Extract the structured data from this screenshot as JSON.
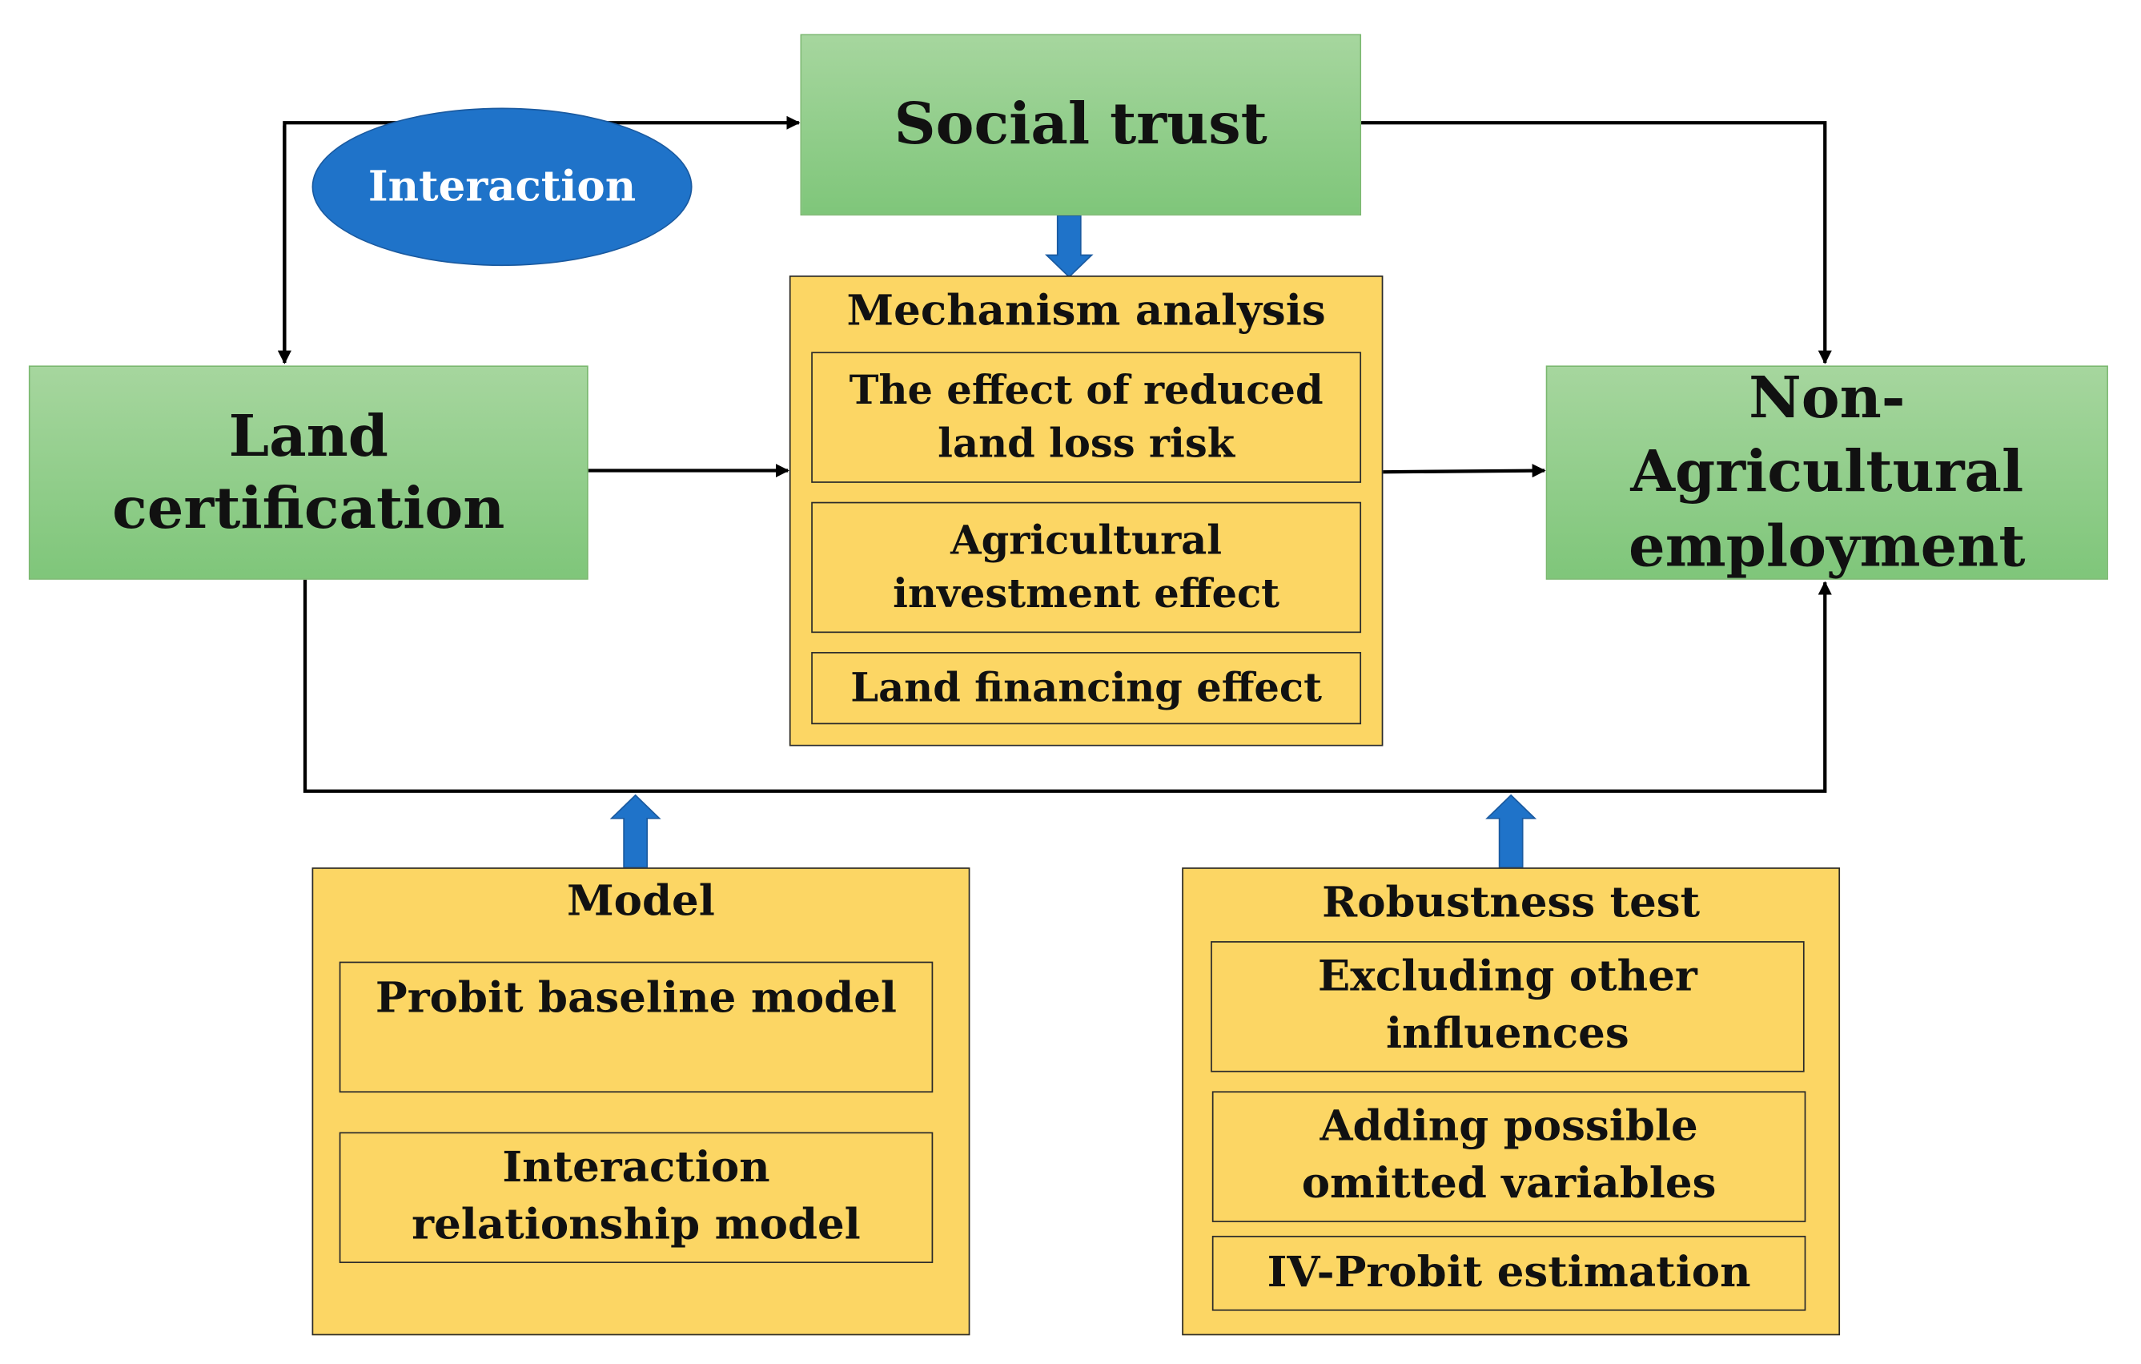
{
  "nodes": {
    "social_trust": "Social trust",
    "interaction": "Interaction",
    "land_certification": "Land certification",
    "non_agricultural": "Non-Agricultural employment",
    "mechanism": {
      "title": "Mechanism analysis",
      "items": [
        "The effect of reduced land loss risk",
        "Agricultural investment effect",
        "Land financing effect"
      ]
    },
    "model": {
      "title": "Model",
      "items": [
        "Probit baseline model",
        "Interaction relationship model"
      ]
    },
    "robustness": {
      "title": "Robustness test",
      "items": [
        "Excluding other influences",
        "Adding possible omitted variables",
        "IV-Probit estimation"
      ]
    }
  },
  "colors": {
    "green_top": "#a6d69e",
    "green_bottom": "#7fc67a",
    "yellow": "#fcd664",
    "blue": "#1f73c9",
    "line": "#000000"
  }
}
